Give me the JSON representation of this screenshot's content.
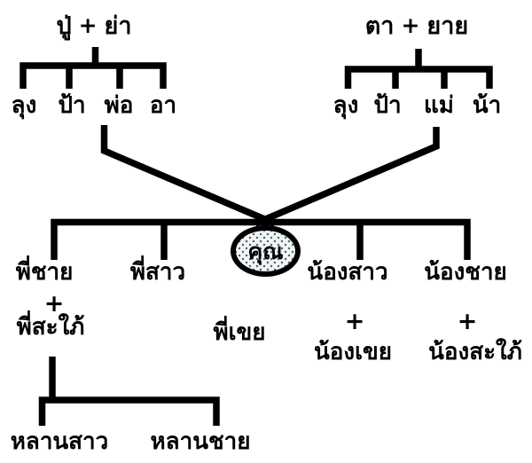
{
  "diagram": {
    "type": "family-tree",
    "language": "Thai",
    "ego_label": "คุณ",
    "plus": "+"
  },
  "paternal": {
    "grandfather": "ปู่",
    "grandmother": "ย่า",
    "children": [
      "ลุง",
      "ป้า",
      "พ่อ",
      "อา"
    ]
  },
  "maternal": {
    "grandfather": "ตา",
    "grandmother": "ยาย",
    "children": [
      "ลุง",
      "ป้า",
      "แม่",
      "น้า"
    ]
  },
  "siblings": {
    "older_brother": "พี่ชาย",
    "older_sister": "พี่สาว",
    "younger_sister": "น้องสาว",
    "younger_brother": "น้องชาย"
  },
  "in_laws": {
    "older_brother_wife": "พี่สะใภ้",
    "older_sister_husband": "พี่เขย",
    "younger_sister_husband": "น้องเขย",
    "younger_brother_wife": "น้องสะใภ้"
  },
  "grandchildren": {
    "niece": "หลานสาว",
    "nephew": "หลานชาย"
  },
  "colors": {
    "line": "#000000",
    "text": "#000000",
    "background": "#ffffff",
    "ego_oval_fill": "#f7f2f5",
    "ego_oval_dots": "#2a6b6b"
  }
}
